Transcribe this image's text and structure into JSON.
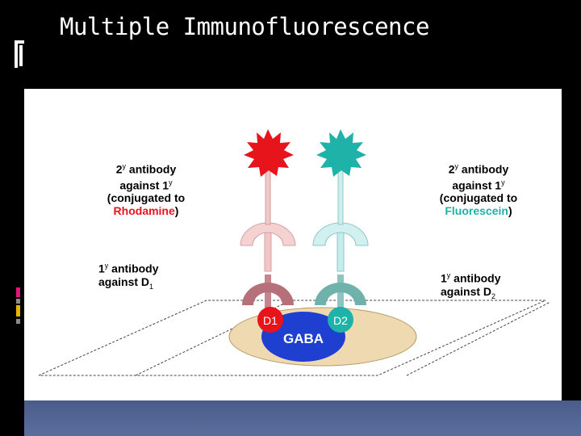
{
  "slide": {
    "title": "Multiple Immunofluorescence"
  },
  "diagram": {
    "left_secondary": {
      "line1": "2",
      "sup1": "y",
      "line1b": " antibody",
      "line2": "against 1",
      "sup2": "y",
      "line3": "(conjugated to",
      "fluor": "Rhodamine",
      "close": ")"
    },
    "right_secondary": {
      "line1": "2",
      "sup1": "y",
      "line1b": " antibody",
      "line2": "against 1",
      "sup2": "y",
      "line3": "(conjugated to",
      "fluor": "Fluorescein",
      "close": ")"
    },
    "left_primary": {
      "line1": "1",
      "sup1": "y",
      "line1b": " antibody",
      "line2": "against D",
      "sub": "1"
    },
    "right_primary": {
      "line1": "1",
      "sup1": "y",
      "line1b": " antibody",
      "line2": "against D",
      "sub": "2"
    },
    "antigen_d1": "D1",
    "antigen_d2": "D2",
    "target": "GABA"
  },
  "colors": {
    "rhodamine": "#e8141c",
    "fluorescein": "#1fb2a8",
    "gaba": "#1f3fd0",
    "cell": "#efd9b0",
    "accent_pink": "#e0147a",
    "accent_yellow": "#e8b400",
    "accent_gray": "#8a8a8a"
  }
}
